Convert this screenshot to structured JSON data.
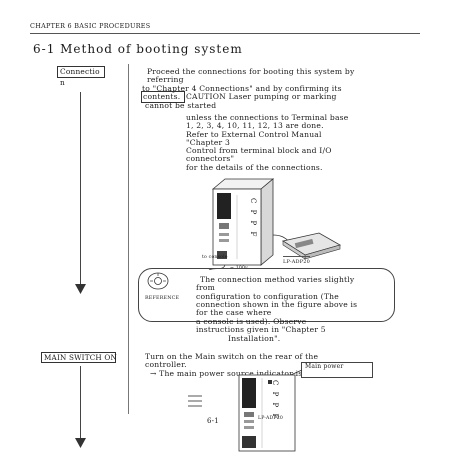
{
  "header": {
    "chapter": "CHAPTER 6  BASIC PROCEDURES"
  },
  "section": {
    "title": "6-1 Method of booting system"
  },
  "labels": {
    "connection_line1": "Connectio",
    "connection_line2": "n",
    "main_switch": "MAIN SWITCH ON"
  },
  "intro": {
    "l1": "Proceed  the  connections  for  booting  this  system  by",
    "l2": "referring",
    "l3": "to \"Chapter 4 Connections\" and by confirming its",
    "l4_box": "contents.",
    "l4_rest": "CAUTION    Laser    pumping    or    marking",
    "l5": "cannot    be    started",
    "l6": "unless    the    connections    to    Terminal  base",
    "l7": "1, 2, 3, 4, 10, 11, 12, 13  are done.",
    "l8": " Refer    to    External    Control    Manual",
    "l9": " \"Chapter    3",
    "l10": "Control    from    terminal   block    and    I/O",
    "l11": "connectors\"",
    "l12": "for the details of the connections."
  },
  "figure1": {
    "model_label": "LP-ADP20",
    "side_text": "C P P F",
    "cable_label": "to console",
    "power_label": "~ 100v"
  },
  "reference": {
    "icon_label": "REFERENCE",
    "l1": "The    connection    method    varies    slightly",
    "l2": "from",
    "l3": "configuration    to    configuration    (The",
    "l4": "connection shown in the figure above is",
    "l5": "for the case where",
    "l6": "a    console    is    used).    Observe",
    "l7": "instructions   given in \"Chapter 5",
    "l8": "Installation\"."
  },
  "main_switch_text": {
    "l1": "Turn on the Main switch on the rear of the",
    "l2": "controller.",
    "l3": "→  The main power source indicator is lit green."
  },
  "figure2": {
    "callout": "Main power",
    "panel_label": "LP-ADP20",
    "side_text": "C P P F"
  },
  "footer": {
    "page_number": "6-1"
  }
}
